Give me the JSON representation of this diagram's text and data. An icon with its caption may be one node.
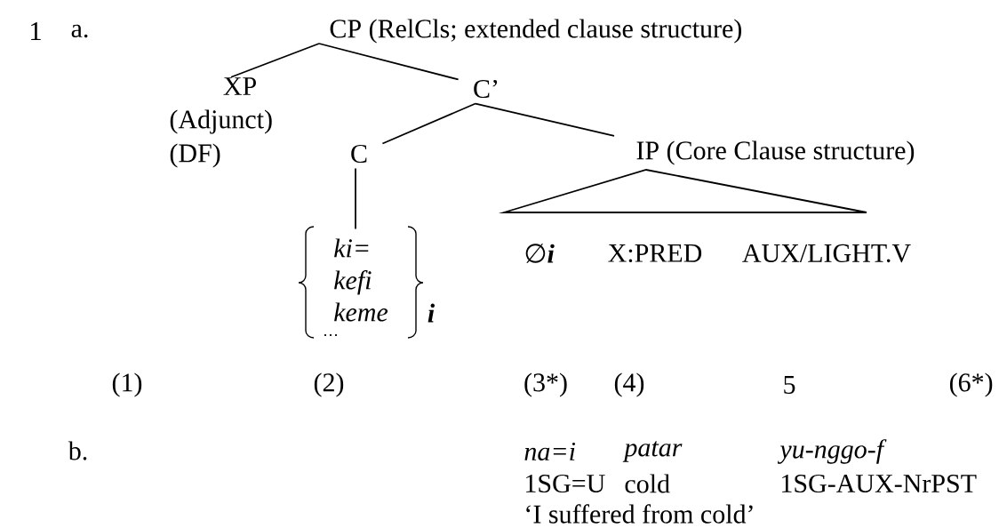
{
  "diagram": {
    "nodes": [
      {
        "text": [
          "CP (RelCls; extended clause structure)"
        ]
      },
      {
        "text": [
          "XP",
          "(Adjunct)",
          "(DF)"
        ]
      },
      {
        "text": [
          "C’"
        ]
      },
      {
        "text": [
          "C"
        ]
      },
      {
        "text": [
          "IP (Core Clause structure)"
        ]
      },
      {
        "text": [
          "ki=",
          "kefi",
          "keme"
        ],
        "beside": [
          "i"
        ]
      }
    ],
    "edges": [
      {
        "from": 0,
        "to": 1,
        "arrow": "none"
      },
      {
        "from": 0,
        "to": 2,
        "arrow": "none"
      },
      {
        "from": 2,
        "to": 3,
        "arrow": "none"
      },
      {
        "from": 2,
        "to": 4,
        "arrow": "none"
      },
      {
        "from": 3,
        "to": 5,
        "arrow": "none"
      }
    ],
    "labels": [
      "1",
      "a.",
      "…",
      "∅**i**",
      "X:PRED",
      "AUX/LIGHT.V",
      "(1)",
      "(2)",
      "(3*)",
      "(4)",
      "5",
      "(6*)",
      "b.",
      "na=i",
      "patar",
      "yu-nggo-f",
      "1SG=U",
      "cold",
      "1SG-AUX-NrPST",
      "‘I suffered from cold’"
    ]
  }
}
